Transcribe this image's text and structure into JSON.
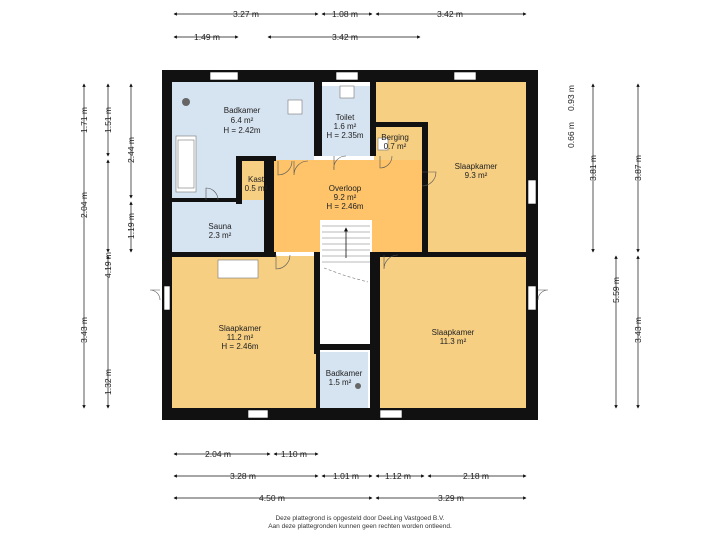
{
  "rooms": [
    {
      "key": "badkamer1",
      "name": "Badkamer",
      "area": "6.4 m²",
      "height": "H = 2.42m",
      "fill": "#d6e3f1"
    },
    {
      "key": "toilet",
      "name": "Toilet",
      "area": "1.6 m²",
      "height": "H = 2.35m",
      "fill": "#d6e3f1"
    },
    {
      "key": "berging",
      "name": "Berging",
      "area": "0.7 m²",
      "height": "",
      "fill": "#f6cf83"
    },
    {
      "key": "slaapkamer1",
      "name": "Slaapkamer",
      "area": "9.3 m²",
      "height": "",
      "fill": "#f6cf83"
    },
    {
      "key": "kast",
      "name": "Kast",
      "area": "0.5 m²",
      "height": "",
      "fill": "#f6cf83"
    },
    {
      "key": "overloop",
      "name": "Overloop",
      "area": "9.2 m²",
      "height": "H = 2.46m",
      "fill": "#ffc46a"
    },
    {
      "key": "sauna",
      "name": "Sauna",
      "area": "2.3 m²",
      "height": "",
      "fill": "#d6e3f1"
    },
    {
      "key": "slaapkamer2",
      "name": "Slaapkamer",
      "area": "11.2 m²",
      "height": "H = 2.46m",
      "fill": "#f6cf83"
    },
    {
      "key": "slaapkamer3",
      "name": "Slaapkamer",
      "area": "11.3 m²",
      "height": "",
      "fill": "#f6cf83"
    },
    {
      "key": "badkamer2",
      "name": "Badkamer",
      "area": "1.5 m²",
      "height": "",
      "fill": "#d6e3f1"
    }
  ],
  "dimensions": {
    "top": [
      "3.27 m",
      "1.08 m",
      "3.42 m",
      "1.49 m",
      "3.42 m"
    ],
    "left": [
      "1.71 m",
      "1.51 m",
      "2.44 m",
      "2.04 m",
      "1.19 m",
      "4.19 m",
      "3.43 m",
      "1.32 m"
    ],
    "right": [
      "0.66 m",
      "0.93 m",
      "3.81 m",
      "3.87 m",
      "5.59 m",
      "3.43 m"
    ],
    "bottom": [
      "2.04 m",
      "1.10 m",
      "3.28 m",
      "1.01 m",
      "1.12 m",
      "2.18 m",
      "4.50 m",
      "3.29 m"
    ]
  },
  "footer": {
    "line1": "Deze plattegrond is opgesteld door DeeLing Vastgoed B.V.",
    "line2": "Aan deze plattegronden kunnen geen rechten worden ontleend."
  },
  "colors": {
    "wall": "#111111",
    "wet": "#d6e3f1",
    "room": "#f6cf83",
    "hall": "#ffc46a"
  }
}
